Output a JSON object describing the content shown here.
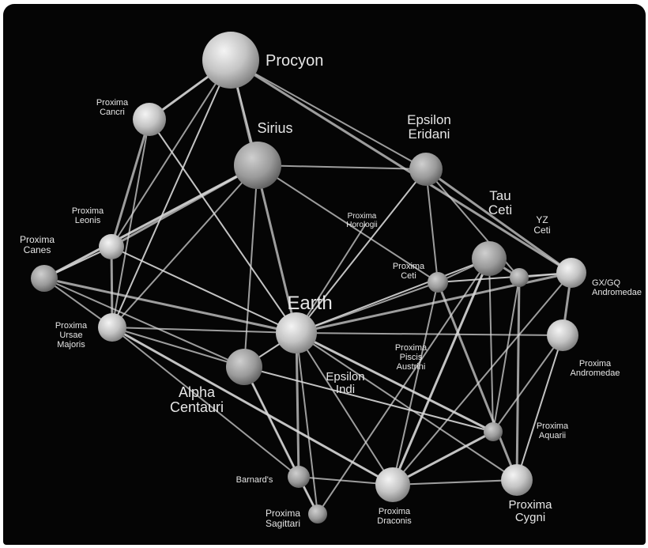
{
  "diagram": {
    "nodes": [
      {
        "id": "procyon",
        "label": [
          "Procyon"
        ]
      },
      {
        "id": "sirius",
        "label": [
          "Sirius"
        ]
      },
      {
        "id": "epsilon_eridani",
        "label": [
          "Epsilon",
          "Eridani"
        ]
      },
      {
        "id": "tau_ceti",
        "label": [
          "Tau",
          "Ceti"
        ]
      },
      {
        "id": "yz_ceti",
        "label": [
          "YZ",
          "Ceti"
        ]
      },
      {
        "id": "proxima_cancri",
        "label": [
          "Proxima",
          "Cancri"
        ]
      },
      {
        "id": "proxima_leonis",
        "label": [
          "Proxima",
          "Leonis"
        ]
      },
      {
        "id": "proxima_canes",
        "label": [
          "Proxima",
          "Canes"
        ]
      },
      {
        "id": "proxima_ursae_majoris",
        "label": [
          "Proxima",
          "Ursae",
          "Majoris"
        ]
      },
      {
        "id": "proxima_horologii",
        "label": [
          "Proxima",
          "Horologii"
        ]
      },
      {
        "id": "proxima_ceti",
        "label": [
          "Proxima",
          "Ceti"
        ]
      },
      {
        "id": "gx_go_andromedae",
        "label": [
          "GX/GQ",
          "Andromedae"
        ]
      },
      {
        "id": "earth",
        "label": [
          "Earth"
        ]
      },
      {
        "id": "proxima_piscis_austrini",
        "label": [
          "Proxima",
          "Piscis",
          "Austrini"
        ]
      },
      {
        "id": "proxima_andromedae",
        "label": [
          "Proxima",
          "Andromedae"
        ]
      },
      {
        "id": "alpha_centauri",
        "label": [
          "Alpha",
          "Centauri"
        ]
      },
      {
        "id": "epsilon_indi",
        "label": [
          "Epsilon",
          "Indi"
        ]
      },
      {
        "id": "proxima_aquarii",
        "label": [
          "Proxima",
          "Aquarii"
        ]
      },
      {
        "id": "barnards",
        "label": [
          "Barnard's"
        ]
      },
      {
        "id": "proxima_sagittarii",
        "label": [
          "Proxima",
          "Sagittari"
        ]
      },
      {
        "id": "proxima_draconis",
        "label": [
          "Proxima",
          "Draconis"
        ]
      },
      {
        "id": "proxima_cygni",
        "label": [
          "Proxima",
          "Cygni"
        ]
      }
    ],
    "edges": [
      [
        "procyon",
        "proxima_cancri"
      ],
      [
        "procyon",
        "sirius"
      ],
      [
        "procyon",
        "epsilon_eridani"
      ],
      [
        "procyon",
        "earth"
      ],
      [
        "procyon",
        "proxima_ursae_majoris"
      ],
      [
        "procyon",
        "proxima_leonis"
      ],
      [
        "procyon",
        "gx_go_andromedae"
      ],
      [
        "proxima_cancri",
        "proxima_ursae_majoris"
      ],
      [
        "proxima_cancri",
        "earth"
      ],
      [
        "proxima_cancri",
        "proxima_leonis"
      ],
      [
        "sirius",
        "epsilon_eridani"
      ],
      [
        "sirius",
        "alpha_centauri"
      ],
      [
        "sirius",
        "proxima_canes"
      ],
      [
        "sirius",
        "proxima_ursae_majoris"
      ],
      [
        "sirius",
        "proxima_ceti"
      ],
      [
        "sirius",
        "proxima_leonis"
      ],
      [
        "epsilon_eridani",
        "earth"
      ],
      [
        "epsilon_eridani",
        "proxima_ceti"
      ],
      [
        "epsilon_eridani",
        "gx_go_andromedae"
      ],
      [
        "epsilon_eridani",
        "yz_ceti"
      ],
      [
        "tau_ceti",
        "earth"
      ],
      [
        "tau_ceti",
        "yz_ceti"
      ],
      [
        "tau_ceti",
        "proxima_ceti"
      ],
      [
        "tau_ceti",
        "proxima_aquarii"
      ],
      [
        "tau_ceti",
        "proxima_draconis"
      ],
      [
        "yz_ceti",
        "gx_go_andromedae"
      ],
      [
        "yz_ceti",
        "proxima_aquarii"
      ],
      [
        "yz_ceti",
        "proxima_cygni"
      ],
      [
        "proxima_canes",
        "proxima_leonis"
      ],
      [
        "proxima_canes",
        "proxima_ursae_majoris"
      ],
      [
        "proxima_canes",
        "earth"
      ],
      [
        "proxima_canes",
        "alpha_centauri"
      ],
      [
        "proxima_leonis",
        "earth"
      ],
      [
        "proxima_leonis",
        "proxima_ursae_majoris"
      ],
      [
        "proxima_ursae_majoris",
        "earth"
      ],
      [
        "proxima_ursae_majoris",
        "barnards"
      ],
      [
        "proxima_ursae_majoris",
        "proxima_draconis"
      ],
      [
        "proxima_ursae_majoris",
        "alpha_centauri"
      ],
      [
        "proxima_ceti",
        "earth"
      ],
      [
        "proxima_ceti",
        "proxima_cygni"
      ],
      [
        "proxima_ceti",
        "gx_go_andromedae"
      ],
      [
        "proxima_ceti",
        "proxima_draconis"
      ],
      [
        "earth",
        "gx_go_andromedae"
      ],
      [
        "earth",
        "proxima_andromedae"
      ],
      [
        "earth",
        "alpha_centauri"
      ],
      [
        "earth",
        "barnards"
      ],
      [
        "earth",
        "proxima_sagittarii"
      ],
      [
        "earth",
        "proxima_draconis"
      ],
      [
        "earth",
        "proxima_aquarii"
      ],
      [
        "earth",
        "proxima_cygni"
      ],
      [
        "gx_go_andromedae",
        "proxima_draconis"
      ],
      [
        "gx_go_andromedae",
        "proxima_andromedae"
      ],
      [
        "proxima_andromedae",
        "proxima_cygni"
      ],
      [
        "proxima_andromedae",
        "proxima_aquarii"
      ],
      [
        "alpha_centauri",
        "barnards"
      ],
      [
        "alpha_centauri",
        "proxima_sagittarii"
      ],
      [
        "alpha_centauri",
        "proxima_aquarii"
      ],
      [
        "barnards",
        "proxima_sagittarii"
      ],
      [
        "barnards",
        "proxima_draconis"
      ],
      [
        "proxima_draconis",
        "proxima_cygni"
      ],
      [
        "proxima_draconis",
        "proxima_aquarii"
      ],
      [
        "proxima_sagittarii",
        "tau_ceti"
      ],
      [
        "proxima_horologii",
        "earth"
      ]
    ],
    "colors": {
      "background": "#050505",
      "edge": "#d8d8d8",
      "node_light": "#f4f4f4",
      "node_dark": "#7e7e7e",
      "label": "#e6e6e6"
    }
  }
}
